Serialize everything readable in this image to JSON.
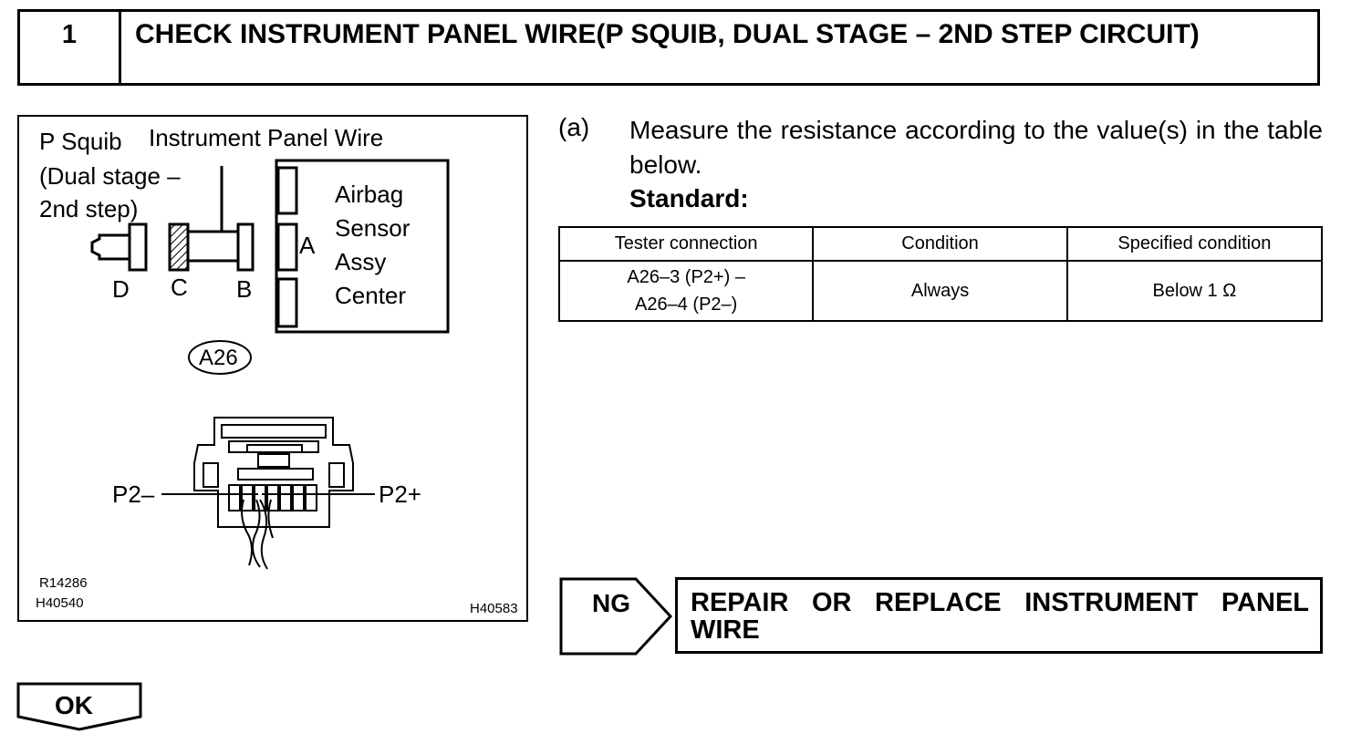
{
  "step": {
    "number": "1",
    "title": "CHECK INSTRUMENT PANEL WIRE(P SQUIB, DUAL STAGE – 2ND STEP CIRCUIT)"
  },
  "figure": {
    "label_p_squib_line1": "P Squib",
    "label_p_squib_line2": "(Dual stage –",
    "label_p_squib_line3": "2nd step)",
    "label_instrument_panel_wire": "Instrument Panel Wire",
    "label_airbag_line1": "Airbag",
    "label_airbag_line2": "Sensor",
    "label_airbag_line3": "Assy",
    "label_airbag_line4": "Center",
    "connector_a": "A",
    "connector_b": "B",
    "connector_c": "C",
    "connector_d": "D",
    "connector_id": "A26",
    "terminal_p2_minus": "P2–",
    "terminal_p2_plus": "P2+",
    "code_1": "R14286",
    "code_2": "H40540",
    "code_3": "H40583"
  },
  "instruction": {
    "marker": "(a)",
    "text": "Measure the resistance according to the value(s) in the table below.",
    "standard_label": "Standard:"
  },
  "table": {
    "headers": [
      "Tester connection",
      "Condition",
      "Specified condition"
    ],
    "rows": [
      {
        "tester_line1": "A26–3 (P2+) –",
        "tester_line2": "A26–4 (P2–)",
        "condition": "Always",
        "specified": "Below 1 Ω"
      }
    ]
  },
  "result_ng": {
    "label": "NG",
    "action": "REPAIR OR REPLACE INSTRUMENT PANEL WIRE"
  },
  "result_ok": {
    "label": "OK"
  }
}
